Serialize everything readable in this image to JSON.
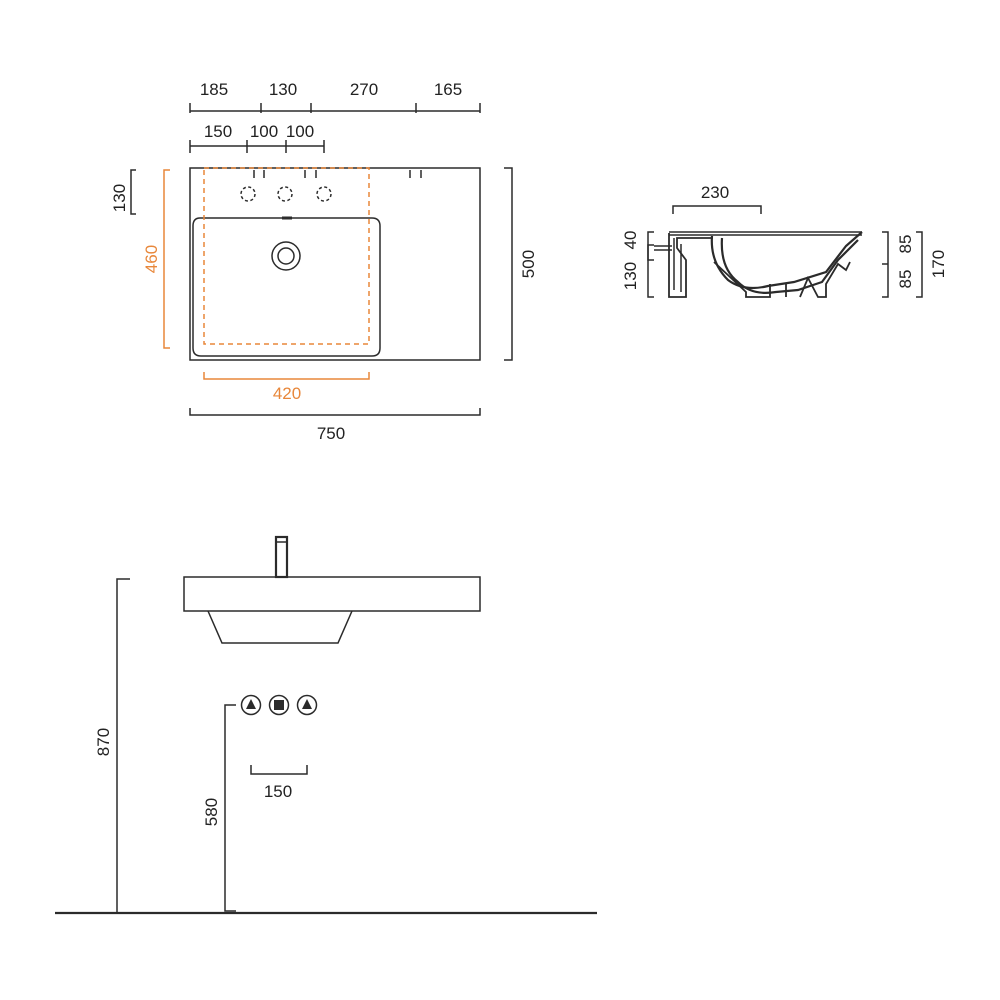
{
  "colors": {
    "line": "#2b2b2b",
    "accent": "#e8873a",
    "background": "#ffffff"
  },
  "top_view": {
    "top_dims": [
      "185",
      "130",
      "270",
      "165"
    ],
    "second_row_dims": [
      "150",
      "100",
      "100"
    ],
    "left_dim": "130",
    "basin_depth": "460",
    "right_dim": "500",
    "basin_width": "420",
    "total_width": "750"
  },
  "side_section": {
    "top_dim": "230",
    "left_dims": [
      "40",
      "130"
    ],
    "right_dims": [
      "85",
      "85"
    ],
    "total_height": "170"
  },
  "front_elevation": {
    "mount_height": "870",
    "supply_height": "580",
    "supply_spacing": "150"
  }
}
